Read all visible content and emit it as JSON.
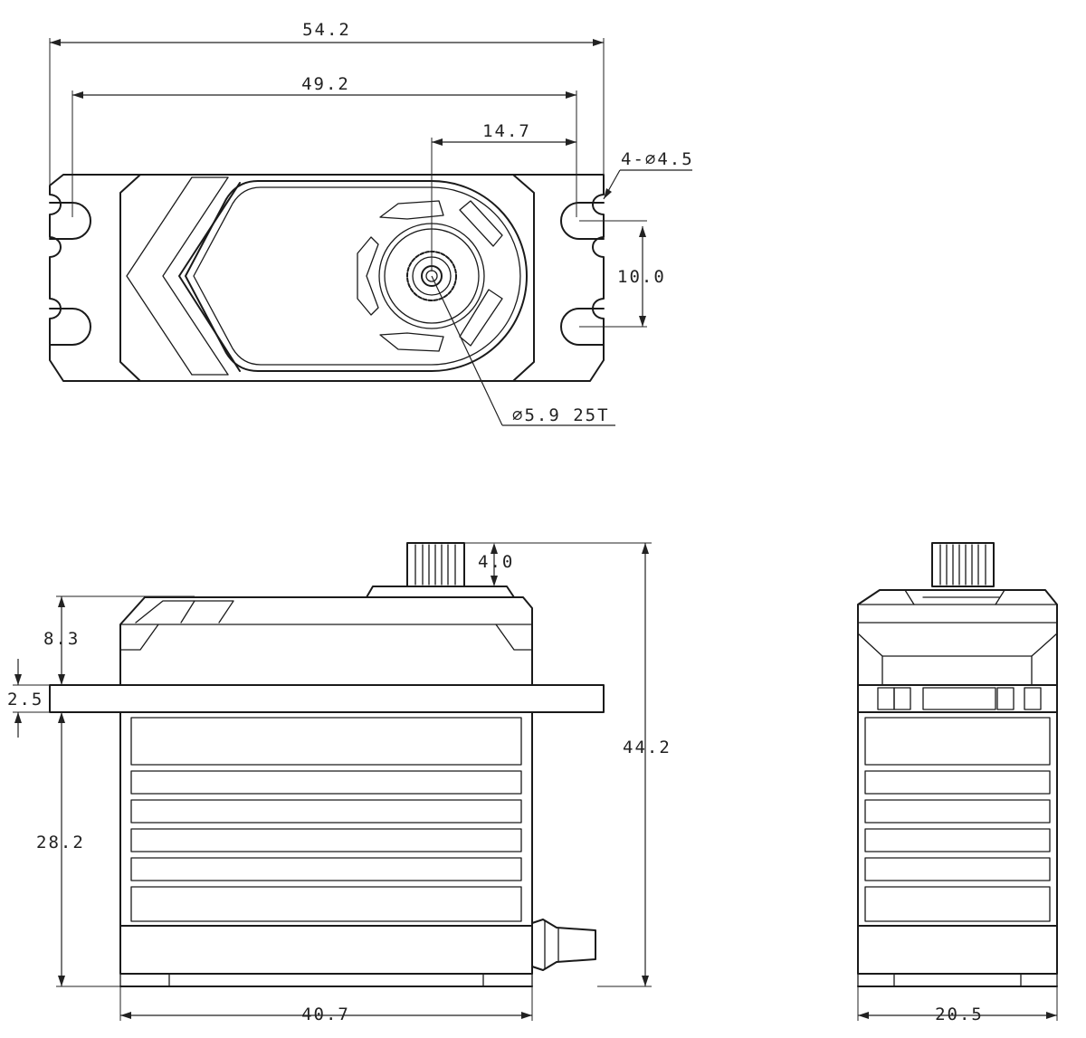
{
  "dimensions": {
    "overall_length": "54.2",
    "hole_spacing_length": "49.2",
    "shaft_offset": "14.7",
    "mount_holes": "4-∅4.5",
    "hole_spacing_width": "10.0",
    "spline": "∅5.9 25T",
    "spline_height": "4.0",
    "upper_height": "8.3",
    "flange_thickness": "2.5",
    "overall_height": "44.2",
    "lower_height": "28.2",
    "body_length": "40.7",
    "body_width": "20.5"
  }
}
